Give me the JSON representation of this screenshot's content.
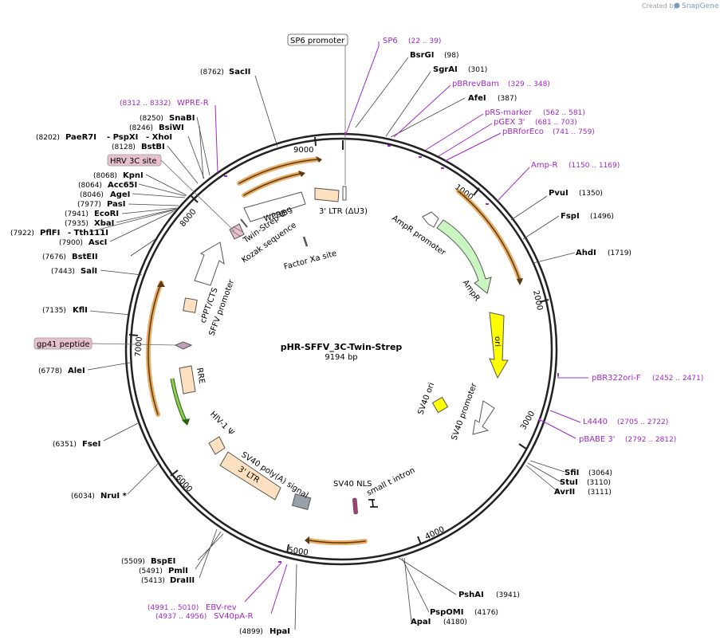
{
  "credit": {
    "prefix": "Created by",
    "brand": "SnapGene"
  },
  "plasmid": {
    "name": "pHR-SFFV_3C-Twin-Strep",
    "size": "9194 bp"
  },
  "ticks": [
    "1000",
    "2000",
    "3000",
    "4000",
    "5000",
    "6000",
    "7000",
    "8000",
    "9000"
  ],
  "sites": [
    {
      "name": "SacII",
      "pos": "(8762)"
    },
    {
      "name": "BsrGI",
      "pos": "(98)"
    },
    {
      "name": "SgrAI",
      "pos": "(301)"
    },
    {
      "name": "AfeI",
      "pos": "(387)"
    },
    {
      "name": "PvuI",
      "pos": "(1350)"
    },
    {
      "name": "FspI",
      "pos": "(1496)"
    },
    {
      "name": "AhdI",
      "pos": "(1719)"
    },
    {
      "name": "SfiI",
      "pos": "(3064)"
    },
    {
      "name": "StuI",
      "pos": "(3110)"
    },
    {
      "name": "AvrII",
      "pos": "(3111)"
    },
    {
      "name": "PshAI",
      "pos": "(3941)"
    },
    {
      "name": "PspOMI",
      "pos": "(4176)"
    },
    {
      "name": "ApaI",
      "pos": "(4180)"
    },
    {
      "name": "HpaI",
      "pos": "(4899)"
    },
    {
      "name": "DraIII",
      "pos": "(5413)"
    },
    {
      "name": "PmlI",
      "pos": "(5491)"
    },
    {
      "name": "BspEI",
      "pos": "(5509)"
    },
    {
      "name": "NruI *",
      "pos": "(6034)"
    },
    {
      "name": "FseI",
      "pos": "(6351)"
    },
    {
      "name": "AleI",
      "pos": "(6778)"
    },
    {
      "name": "KflI",
      "pos": "(7135)"
    },
    {
      "name": "SalI",
      "pos": "(7443)"
    },
    {
      "name": "BstEII",
      "pos": "(7676)"
    },
    {
      "name": "AscI",
      "pos": "(7900)"
    },
    {
      "name": "PflFI",
      "pos": "(7922)"
    },
    {
      "name": "- Tth111I",
      "pos": ""
    },
    {
      "name": "XbaI",
      "pos": "(7935)"
    },
    {
      "name": "EcoRI",
      "pos": "(7941)"
    },
    {
      "name": "PasI",
      "pos": "(7977)"
    },
    {
      "name": "AgeI",
      "pos": "(8046)"
    },
    {
      "name": "Acc65I",
      "pos": "(8064)"
    },
    {
      "name": "KpnI",
      "pos": "(8068)"
    },
    {
      "name": "BstBI",
      "pos": "(8128)"
    },
    {
      "name": "PaeR7I",
      "pos": "(8202)"
    },
    {
      "name": "- PspXI",
      "pos": ""
    },
    {
      "name": "- XhoI",
      "pos": ""
    },
    {
      "name": "BsiWI",
      "pos": "(8246)"
    },
    {
      "name": "SnaBI",
      "pos": "(8250)"
    }
  ],
  "primers": [
    {
      "name": "SP6",
      "range": "(22 .. 39)"
    },
    {
      "name": "pBRrevBam",
      "range": "(329 .. 348)"
    },
    {
      "name": "pRS-marker",
      "range": "(562 .. 581)"
    },
    {
      "name": "pGEX 3'",
      "range": "(681 .. 703)"
    },
    {
      "name": "pBRforEco",
      "range": "(741 .. 759)"
    },
    {
      "name": "Amp-R",
      "range": "(1150 .. 1169)"
    },
    {
      "name": "pBR322ori-F",
      "range": "(2452 .. 2471)"
    },
    {
      "name": "L4440",
      "range": "(2705 .. 2722)"
    },
    {
      "name": "pBABE 3'",
      "range": "(2792 .. 2812)"
    },
    {
      "name": "EBV-rev",
      "range": "(4991 .. 5010)"
    },
    {
      "name": "SV40pA-R",
      "range": "(4937 .. 4956)"
    },
    {
      "name": "WPRE-R",
      "range": "(8312 .. 8332)"
    }
  ],
  "boxed_labels": [
    {
      "name": "SP6 promoter"
    },
    {
      "name": "HRV 3C site"
    },
    {
      "name": "gp41 peptide"
    }
  ],
  "features": [
    {
      "name": "3' LTR (ΔU3)"
    },
    {
      "name": "WPRE"
    },
    {
      "name": "Twin-Strep-tag"
    },
    {
      "name": "Kozak sequence"
    },
    {
      "name": "Factor Xa site"
    },
    {
      "name": "AmpR promoter"
    },
    {
      "name": "AmpR"
    },
    {
      "name": "ori"
    },
    {
      "name": "SV40 ori"
    },
    {
      "name": "SV40 promoter"
    },
    {
      "name": "small t intron"
    },
    {
      "name": "SV40 NLS"
    },
    {
      "name": "SV40 poly(A) signal"
    },
    {
      "name": "3' LTR"
    },
    {
      "name": "HIV-1 Ψ"
    },
    {
      "name": "RRE"
    },
    {
      "name": "cPPT/CTS"
    },
    {
      "name": "SFFV promoter"
    }
  ],
  "colors": {
    "ring": "#222222",
    "orf": "#f4c480",
    "orf_edge": "#e09030",
    "ampr": "#c8f5c0",
    "ori": "#ffff00",
    "ltr": "#fde0c0",
    "primer": "#a028c8",
    "boxed_pink": "#e6c0cc",
    "green_arrow": "#8ccc50"
  }
}
